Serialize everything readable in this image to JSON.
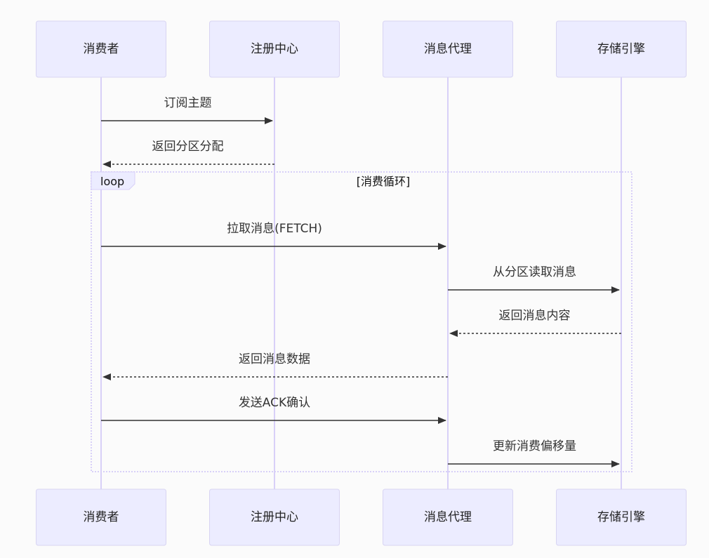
{
  "actors": [
    {
      "id": "consumer",
      "label": "消费者"
    },
    {
      "id": "registry",
      "label": "注册中心"
    },
    {
      "id": "broker",
      "label": "消息代理"
    },
    {
      "id": "storage",
      "label": "存储引擎"
    }
  ],
  "messages": [
    {
      "from": 0,
      "to": 1,
      "label": "订阅主题",
      "dashed": false
    },
    {
      "from": 1,
      "to": 0,
      "label": "返回分区分配",
      "dashed": true
    },
    {
      "from": 0,
      "to": 2,
      "label": "拉取消息(FETCH)",
      "dashed": false
    },
    {
      "from": 2,
      "to": 3,
      "label": "从分区读取消息",
      "dashed": false
    },
    {
      "from": 3,
      "to": 2,
      "label": "返回消息内容",
      "dashed": true
    },
    {
      "from": 2,
      "to": 0,
      "label": "返回消息数据",
      "dashed": true
    },
    {
      "from": 0,
      "to": 2,
      "label": "发送ACK确认",
      "dashed": false
    },
    {
      "from": 2,
      "to": 3,
      "label": "更新消费偏移量",
      "dashed": false
    }
  ],
  "loop": {
    "tag": "loop",
    "title": "[消费循环]",
    "first_message": 2,
    "last_message": 7
  },
  "colors": {
    "actor_fill": "#ececff",
    "lifeline": "#d8d0f8",
    "arrow": "#333333",
    "background": "#fbfbfb"
  }
}
